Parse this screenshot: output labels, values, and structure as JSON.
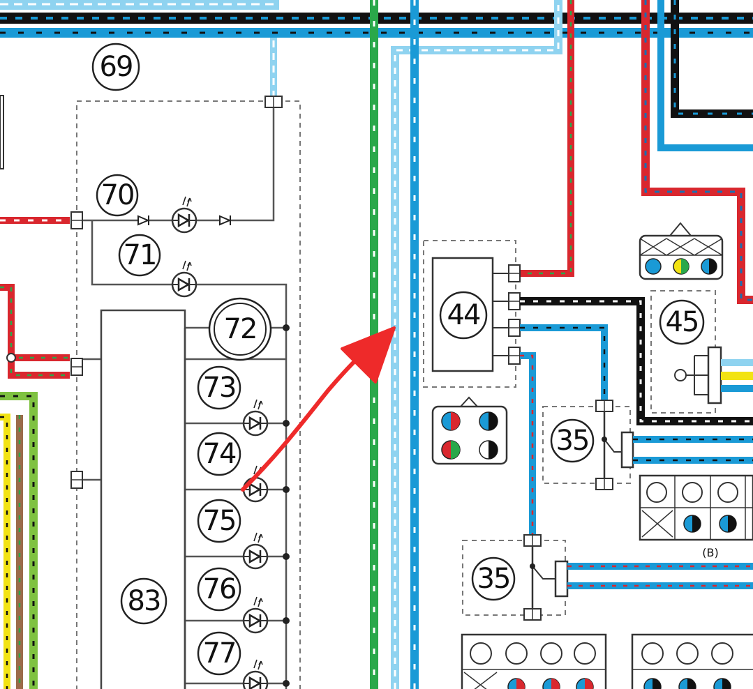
{
  "diagram": {
    "labels": {
      "c69": "69",
      "c70": "70",
      "c71": "71",
      "c72": "72",
      "c73": "73",
      "c74": "74",
      "c75": "75",
      "c76": "76",
      "c77": "77",
      "c83": "83",
      "c44": "44",
      "c45": "45",
      "c35a": "35",
      "c35b": "35",
      "connector_b": "(B)"
    },
    "colors": {
      "wire_black": "#111111",
      "wire_blue": "#1a9ad6",
      "wire_light_blue": "#8fd3f0",
      "wire_red": "#d9272e",
      "wire_green": "#2aa84a",
      "wire_yellow": "#f2e313",
      "wire_brown": "#9b6b4a",
      "wire_grey": "#888888",
      "annotation_arrow": "#ee2a2a"
    },
    "icons": [
      "led-icon",
      "diode-icon",
      "connector-icon",
      "annotation-arrow-icon"
    ]
  }
}
